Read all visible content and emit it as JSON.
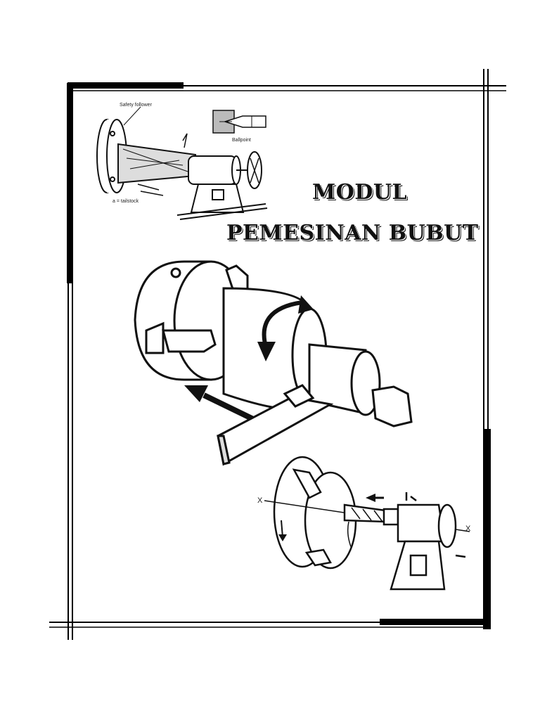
{
  "document": {
    "title_line1": "MODUL",
    "title_line2": "PEMESINAN BUBUT"
  },
  "illustrations": {
    "top_left": {
      "label_safety": "Safety follower",
      "label_ballpoint": "Ballpoint",
      "label_tailstock": "a = tailstock"
    },
    "bottom_right": {
      "axis_label_left": "X",
      "axis_label_right": "X"
    }
  }
}
